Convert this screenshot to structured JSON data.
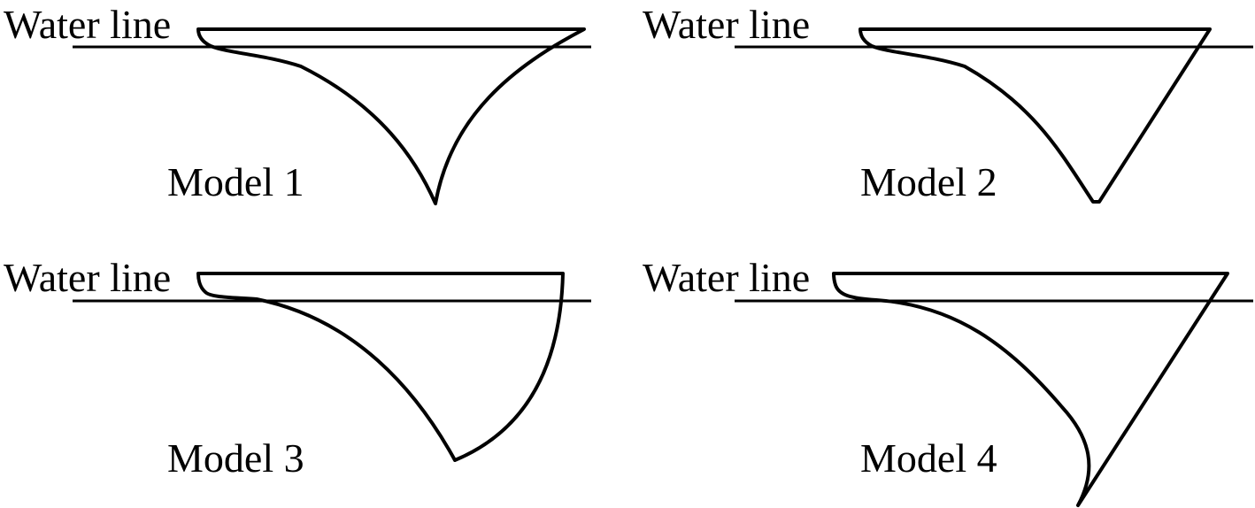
{
  "colors": {
    "stroke": "#000000",
    "background": "#ffffff"
  },
  "models": [
    {
      "name": "Model 1",
      "waterline_label": "Water line"
    },
    {
      "name": "Model 2",
      "waterline_label": "Water line"
    },
    {
      "name": "Model 3",
      "waterline_label": "Water line"
    },
    {
      "name": "Model 4",
      "waterline_label": "Water line"
    }
  ]
}
